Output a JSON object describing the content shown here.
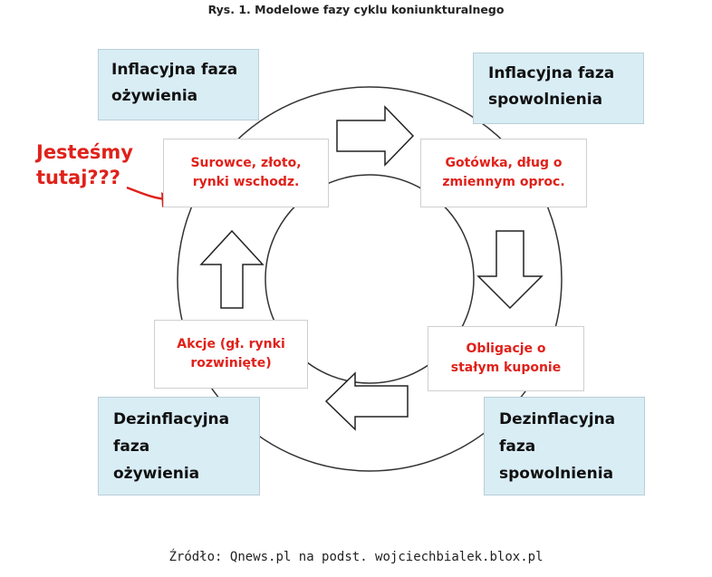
{
  "title": "Rys. 1. Modelowe fazy cyklu koniunkturalnego",
  "phases": {
    "top_left": [
      "Inflacyjna faza",
      "ożywienia"
    ],
    "top_right": [
      "Inflacyjna faza",
      "spowolnienia"
    ],
    "bottom_left": [
      "Dezinflacyjna",
      "faza",
      "ożywienia"
    ],
    "bottom_right": [
      "Dezinflacyjna",
      "faza",
      "spowolnienia"
    ]
  },
  "assets": {
    "top_left": [
      "Surowce, złoto,",
      "rynki wschodz."
    ],
    "top_right": [
      "Gotówka, dług o",
      "zmiennym oproc."
    ],
    "bottom_left": [
      "Akcje (gł. rynki",
      "rozwinięte)"
    ],
    "bottom_right": [
      "Obligacje o",
      "stałym kuponie"
    ]
  },
  "callout": [
    "Jesteśmy",
    "tutaj???"
  ],
  "source": "Źródło: Qnews.pl na podst. wojciechbialek.blox.pl",
  "colors": {
    "phase_box_fill": "#d9edf5",
    "asset_text": "#e0211a",
    "callout_text": "#e0211a",
    "ring_stroke": "#333333"
  }
}
